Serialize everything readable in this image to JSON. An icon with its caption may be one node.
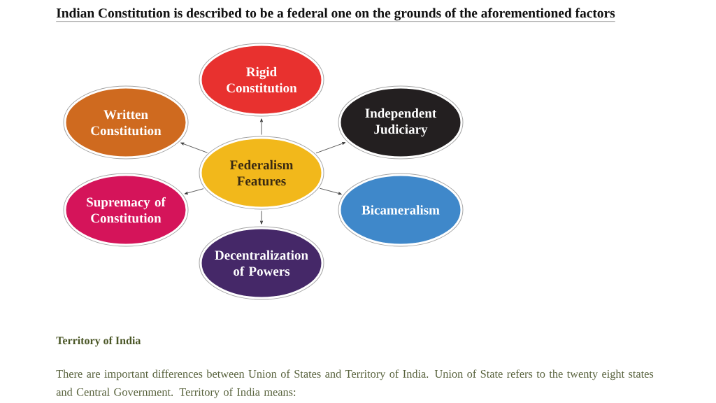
{
  "diagram": {
    "title": "Indian Constitution is described to be a federal one on the grounds of the aforementioned factors",
    "nodes": [
      {
        "text": [
          "Rigid Constitution"
        ]
      },
      {
        "text": [
          "Written Constitution"
        ]
      },
      {
        "text": [
          "Independent Judiciary"
        ]
      },
      {
        "text": [
          "Federalism Features"
        ]
      },
      {
        "text": [
          "Supremacy of Constitution"
        ]
      },
      {
        "text": [
          "Bicameralism"
        ]
      },
      {
        "text": [
          "Decentralization of Powers"
        ]
      }
    ],
    "edges": [
      {
        "from": 3,
        "to": 0,
        "arrow": "to"
      },
      {
        "from": 3,
        "to": 1,
        "arrow": "to"
      },
      {
        "from": 3,
        "to": 2,
        "arrow": "to"
      },
      {
        "from": 3,
        "to": 4,
        "arrow": "to"
      },
      {
        "from": 3,
        "to": 5,
        "arrow": "to"
      },
      {
        "from": 3,
        "to": 6,
        "arrow": "to"
      }
    ],
    "labels": [
      "Territory of India",
      "There are important differences between Union of States and Territory of India. Union of State refers to the twenty eight states and Central Government. Territory of India means:"
    ]
  }
}
